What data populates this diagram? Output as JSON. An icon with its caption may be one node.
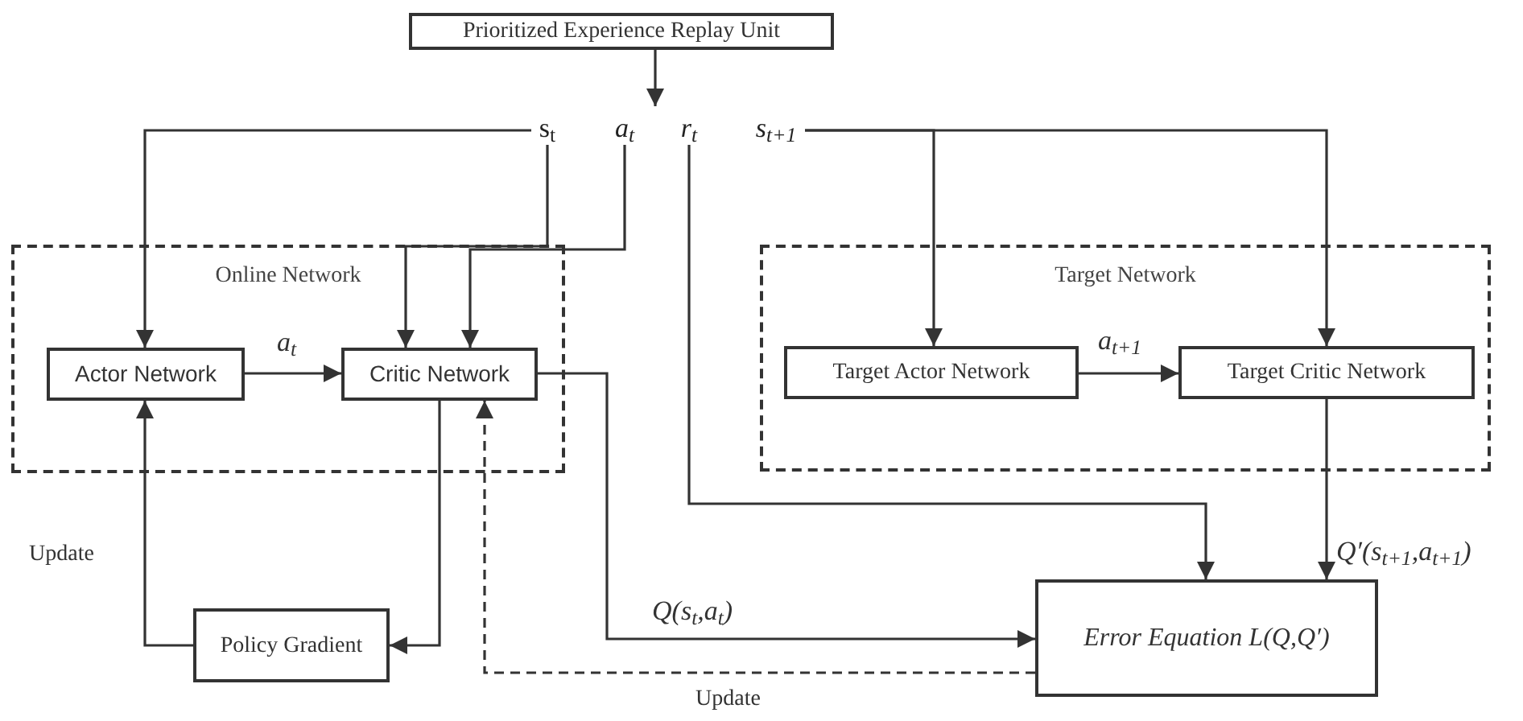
{
  "diagram": {
    "nodes": [
      {
        "text": [
          "Prioritized Experience Replay Unit"
        ]
      },
      {
        "text": [
          "s$_{t}$"
        ]
      },
      {
        "text": [
          "a$_{t}$"
        ]
      },
      {
        "text": [
          "r$_{t}$"
        ]
      },
      {
        "text": [
          "s$_{t+1}$"
        ]
      },
      {
        "text": [
          "Online Network"
        ]
      },
      {
        "text": [
          "Actor Network"
        ],
        "in": 5
      },
      {
        "text": [
          "Critic Network"
        ],
        "in": 5
      },
      {
        "text": [
          "Target Network"
        ]
      },
      {
        "text": [
          "Target Actor Network"
        ],
        "in": 8
      },
      {
        "text": [
          "Target Critic Network"
        ],
        "in": 8
      },
      {
        "text": [
          "Policy Gradient"
        ]
      },
      {
        "text": [
          "Error Equation L(Q,Q′)"
        ]
      }
    ],
    "edges": [
      {
        "from": 0,
        "to": 3,
        "arrow": "to"
      },
      {
        "from": 1,
        "to": 6,
        "arrow": "to"
      },
      {
        "from": 1,
        "to": 7,
        "arrow": "to"
      },
      {
        "from": 2,
        "to": 7,
        "arrow": "to"
      },
      {
        "from": 6,
        "to": 7,
        "arrow": "to",
        "label": "a$_{t}$"
      },
      {
        "from": 3,
        "to": 12,
        "arrow": "to"
      },
      {
        "from": 4,
        "to": 9,
        "arrow": "to"
      },
      {
        "from": 4,
        "to": 10,
        "arrow": "to"
      },
      {
        "from": 9,
        "to": 10,
        "arrow": "to",
        "label": "a$_{t+1}$"
      },
      {
        "from": 10,
        "to": 12,
        "arrow": "to",
        "label": "Q′(s$_{t+1}$,a$_{t+1}$)"
      },
      {
        "from": 7,
        "to": 12,
        "arrow": "to",
        "label": "Q(s$_{t}$,a$_{t}$)"
      },
      {
        "from": 7,
        "to": 11,
        "arrow": "to"
      },
      {
        "from": 11,
        "to": 6,
        "arrow": "to",
        "label": "Update"
      },
      {
        "from": 12,
        "to": 7,
        "arrow": "to",
        "label": "Update",
        "style": "dashed"
      }
    ]
  }
}
